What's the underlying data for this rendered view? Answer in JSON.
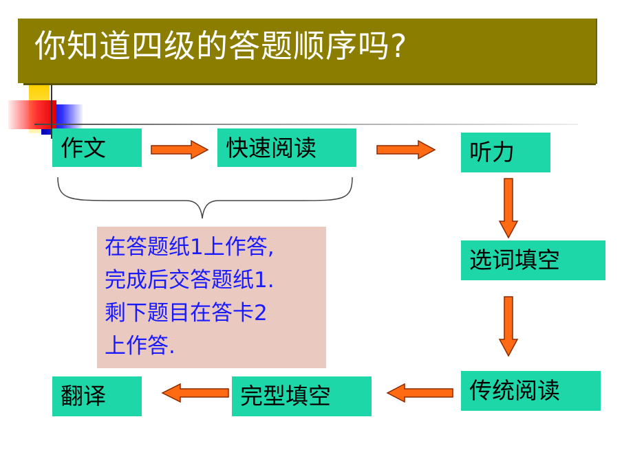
{
  "title": "你知道四级的答题顺序吗?",
  "steps": {
    "writing": "作文",
    "skimming": "快速阅读",
    "listening": "听力",
    "word_choice": "选词填空",
    "reading": "传统阅读",
    "cloze": "完型填空",
    "translation": "翻译"
  },
  "note": {
    "line1": "在答题纸1上作答,",
    "line2": "完成后交答题纸1.",
    "line3": "剩下题目在答卡2",
    "line4": "上作答."
  },
  "colors": {
    "title_bar": "#8b7d00",
    "box_fill": "#1ed7a8",
    "arrow_fill": "#ff6a13",
    "note_fill": "#e9c9c0",
    "note_text": "#1a1aff"
  }
}
